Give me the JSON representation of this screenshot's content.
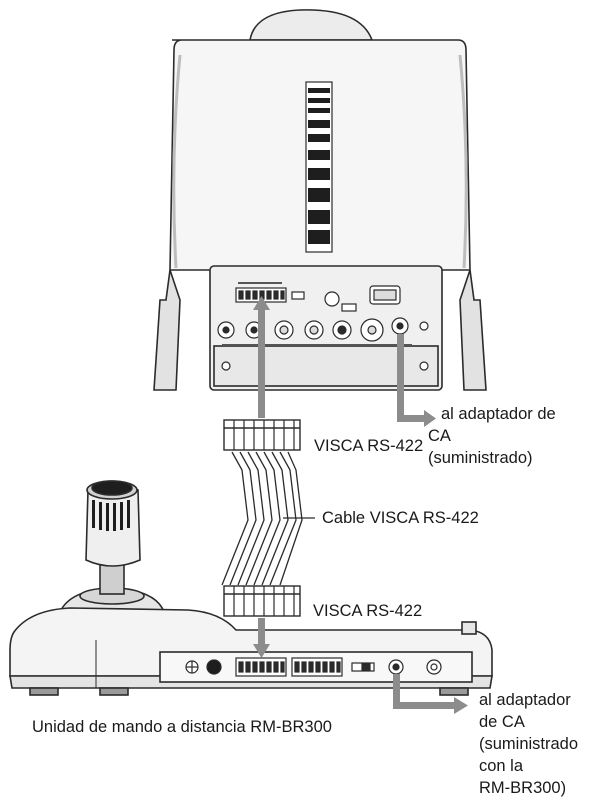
{
  "labels": {
    "camera_ac_adapter_line1": "al adaptador de",
    "camera_ac_adapter_line2": "CA",
    "camera_ac_adapter_line3": "(suministrado)",
    "visca_connector_top": "VISCA RS-422",
    "visca_cable": "Cable VISCA RS-422",
    "visca_connector_bottom": "VISCA RS-422",
    "remote_unit": "Unidad de mando a distancia RM-BR300",
    "remote_ac_adapter_line1": "al adaptador",
    "remote_ac_adapter_line2": "de CA",
    "remote_ac_adapter_line3": "(suministrado",
    "remote_ac_adapter_line4": "con la",
    "remote_ac_adapter_line5": "RM-BR300)"
  },
  "colors": {
    "outline": "#2b2b2b",
    "fill_light": "#f4f4f4",
    "fill_mid": "#dcdcdc",
    "fill_dark": "#9a9a9a",
    "arrow": "#8c8c8c"
  }
}
